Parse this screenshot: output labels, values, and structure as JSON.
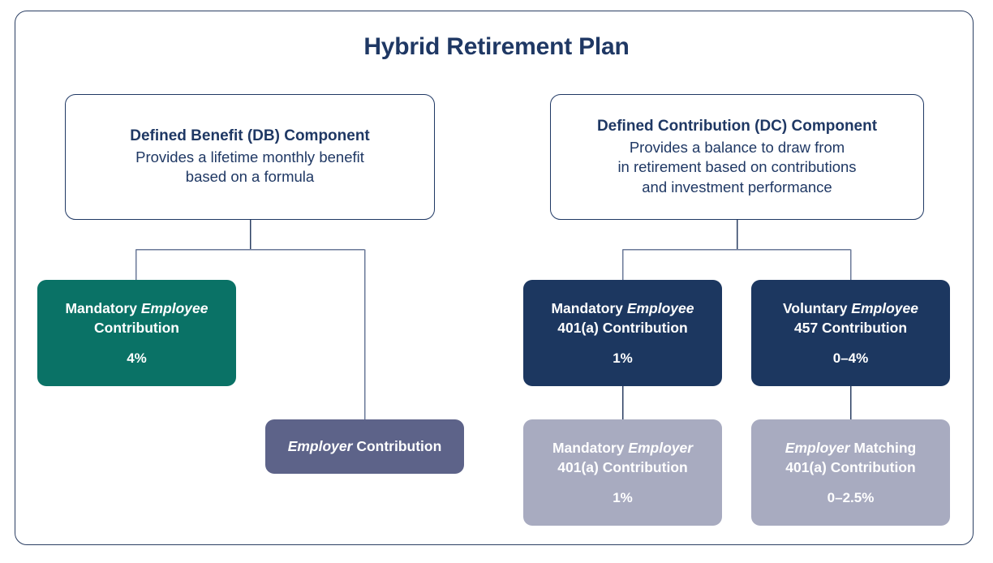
{
  "title": "Hybrid Retirement Plan",
  "colors": {
    "frame_border": "#2b3f63",
    "title_text": "#1f3864",
    "component_border": "#1f3864",
    "connector": "#6b7a99",
    "teal": "#0a7266",
    "navy": "#1c3760",
    "slate": "#5d6389",
    "gray": "#a8abc0",
    "leaf_text": "#ffffff"
  },
  "components": {
    "db": {
      "title": "Defined Benefit (DB) Component",
      "line1": "Provides a lifetime monthly benefit",
      "line2": "based on a formula"
    },
    "dc": {
      "title": "Defined Contribution (DC) Component",
      "line1": "Provides a balance to draw from",
      "line2": "in retirement based on contributions",
      "line3": "and investment performance"
    }
  },
  "nodes": {
    "db_employee": {
      "line1_pre": "Mandatory ",
      "line1_em": "Employee",
      "line1_post": "",
      "line2": "Contribution",
      "value": "4%",
      "fill": "#0a7266"
    },
    "db_employer": {
      "line1_pre": "",
      "line1_em": "Employer",
      "line1_post": " Contribution",
      "line2": "",
      "value": "",
      "fill": "#5d6389"
    },
    "dc_employee_401a": {
      "line1_pre": "Mandatory ",
      "line1_em": "Employee",
      "line1_post": "",
      "line2": "401(a) Contribution",
      "value": "1%",
      "fill": "#1c3760"
    },
    "dc_employee_457": {
      "line1_pre": "Voluntary ",
      "line1_em": "Employee",
      "line1_post": "",
      "line2": "457 Contribution",
      "value": "0–4%",
      "fill": "#1c3760"
    },
    "dc_employer_401a": {
      "line1_pre": "Mandatory ",
      "line1_em": "Employer",
      "line1_post": "",
      "line2": "401(a) Contribution",
      "value": "1%",
      "fill": "#a8abc0"
    },
    "dc_employer_match": {
      "line1_pre": "",
      "line1_em": "Employer",
      "line1_post": " Matching",
      "line2": "401(a) Contribution",
      "value": "0–2.5%",
      "fill": "#a8abc0"
    }
  }
}
